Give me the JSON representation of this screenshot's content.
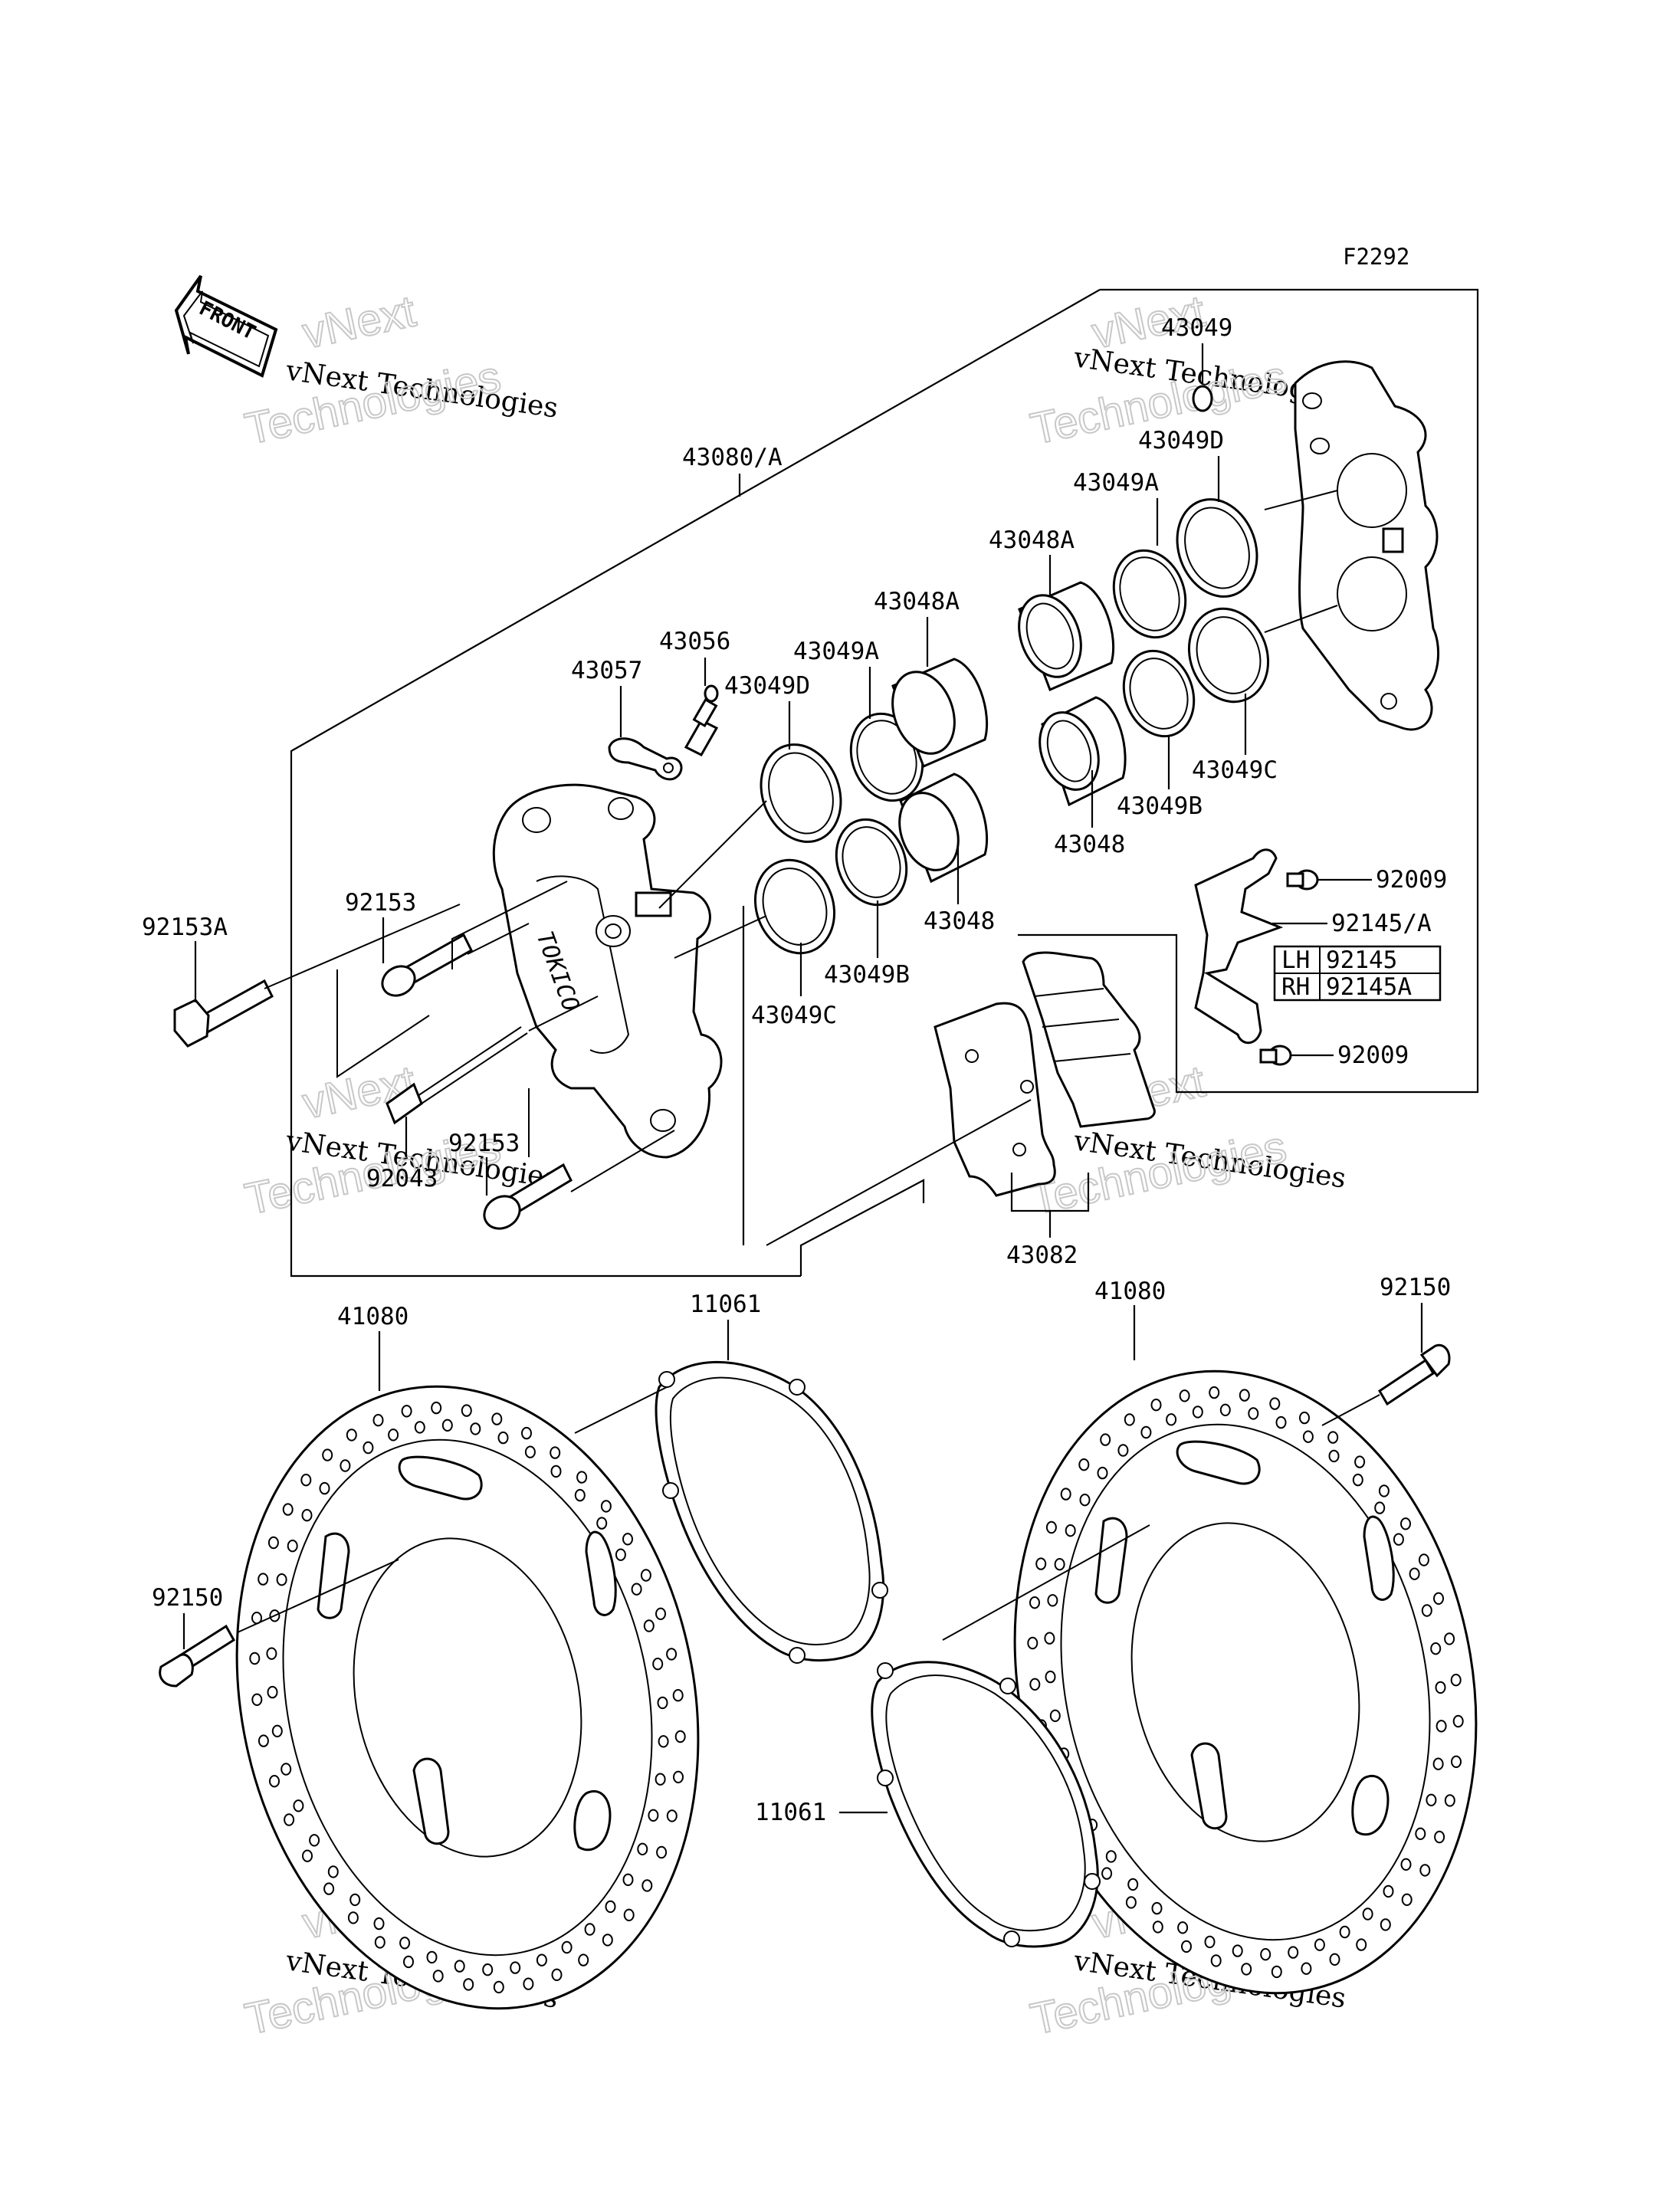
{
  "figure_code": "F2292",
  "direction_marker": "FRONT",
  "watermark": {
    "line1": "vNext",
    "line2": "vNext Technologies",
    "line3": "Technologies"
  },
  "callouts": {
    "c43080": "43080/A",
    "c43049_top": "43049",
    "c43049D_r": "43049D",
    "c43049A_r": "43049A",
    "c43048A_r": "43048A",
    "c43048A_l": "43048A",
    "c43049A_l": "43049A",
    "c43049D_l": "43049D",
    "c43056": "43056",
    "c43057": "43057",
    "c43049C_r": "43049C",
    "c43049B_r": "43049B",
    "c43048_r": "43048",
    "c43048_l": "43048",
    "c43049B_l": "43049B",
    "c43049C_l": "43049C",
    "c92009_top": "92009",
    "c92145": "92145/A",
    "c92009_bot": "92009",
    "c92153A": "92153A",
    "c92153_top": "92153",
    "c92153_bot": "92153",
    "c92043": "92043",
    "c43082": "43082",
    "c41080_l": "41080",
    "c11061_top": "11061",
    "c41080_r": "41080",
    "c92150_r": "92150",
    "c92150_l": "92150",
    "c11061_bot": "11061"
  },
  "variant_table": {
    "rows": [
      {
        "side": "LH",
        "part": "92145"
      },
      {
        "side": "RH",
        "part": "92145A"
      }
    ]
  }
}
